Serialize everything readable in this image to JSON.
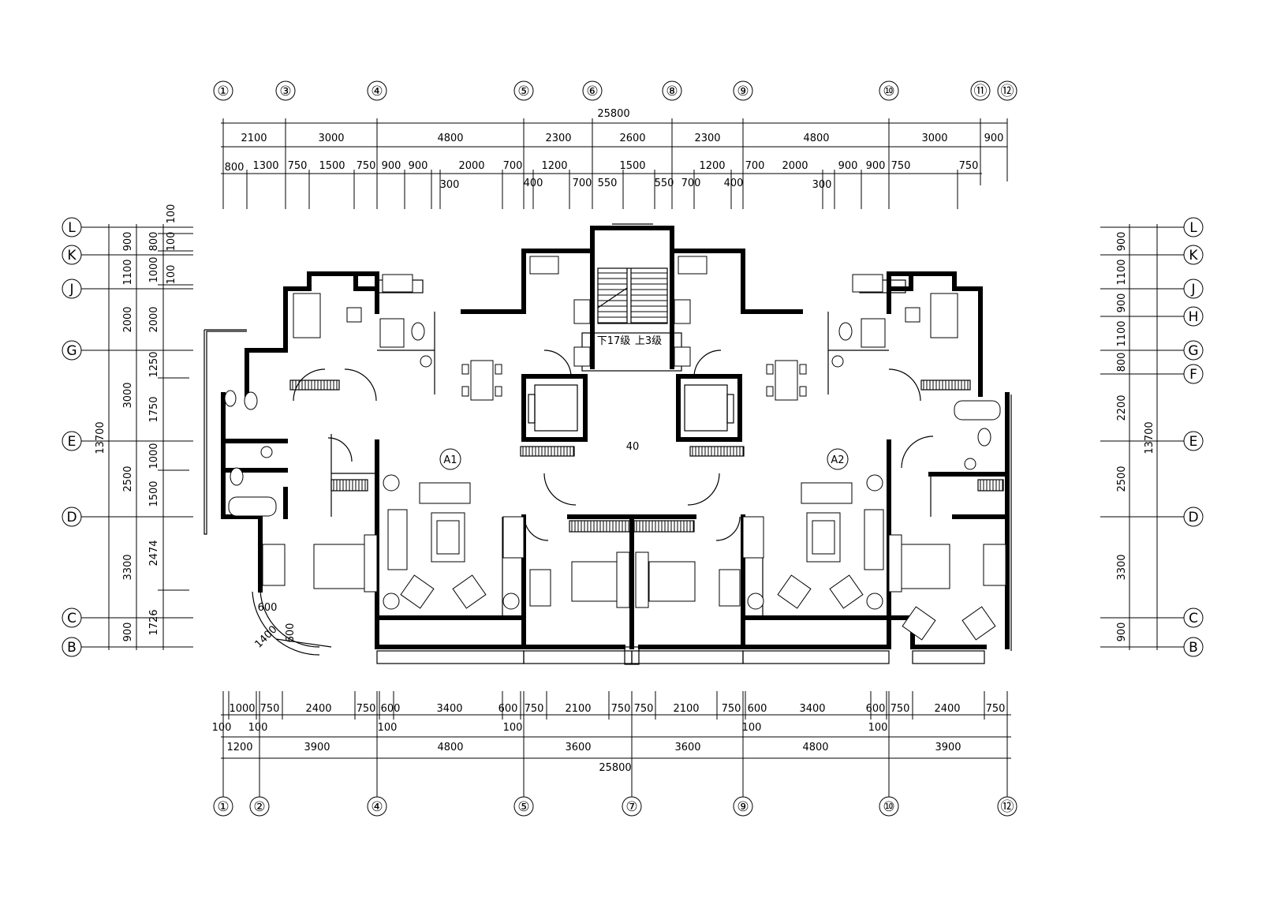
{
  "drawing": {
    "top_axes": [
      "①",
      "③",
      "④",
      "⑤",
      "⑥",
      "⑧",
      "⑨",
      "⑩",
      "⑪",
      "⑫"
    ],
    "bottom_axes": [
      "①",
      "②",
      "④",
      "⑤",
      "⑦",
      "⑨",
      "⑩",
      "⑫"
    ],
    "left_axes": [
      "L",
      "K",
      "J",
      "G",
      "E",
      "D",
      "C",
      "B"
    ],
    "right_axes": [
      "L",
      "K",
      "J",
      "H",
      "G",
      "F",
      "E",
      "D",
      "C",
      "B"
    ],
    "top_total": "25800",
    "top_row1": [
      "2100",
      "3000",
      "4800",
      "2300",
      "2600",
      "2300",
      "4800",
      "3000",
      "900"
    ],
    "top_row2": [
      "800",
      "1300",
      "750",
      "1500",
      "750",
      "900",
      "900",
      "2000",
      "700",
      "1200",
      "1500",
      "1200",
      "700",
      "2000",
      "900",
      "900",
      "750",
      "750"
    ],
    "top_row3": [
      "300",
      "400",
      "700",
      "550",
      "550",
      "700",
      "400",
      "300"
    ],
    "bottom_row1": [
      "1000",
      "750",
      "2400",
      "750",
      "600",
      "3400",
      "600",
      "750",
      "2100",
      "750",
      "750",
      "2100",
      "750",
      "600",
      "3400",
      "600",
      "750",
      "2400",
      "750"
    ],
    "bottom_row1b": [
      "100",
      "100",
      "100",
      "100",
      "100",
      "100"
    ],
    "bottom_row2": [
      "1200",
      "3900",
      "4800",
      "3600",
      "3600",
      "4800",
      "3900"
    ],
    "bottom_total": "25800",
    "left_total": "13700",
    "left_col1": [
      "900",
      "1100",
      "2000",
      "3000",
      "2500",
      "3300",
      "900"
    ],
    "left_col2": [
      "100",
      "800",
      "100",
      "1000",
      "100",
      "2000",
      "1250",
      "1750",
      "1000",
      "1500",
      "2474",
      "1726"
    ],
    "right_total": "13700",
    "right_col1": [
      "900",
      "1100",
      "900",
      "1100",
      "800",
      "2200",
      "2500",
      "3300",
      "900"
    ],
    "units": [
      "A1",
      "A2"
    ],
    "stair_down": "下17级",
    "stair_up": "上3级",
    "lobby_label": "40",
    "bay_dims": [
      "600",
      "1400",
      "600"
    ]
  }
}
